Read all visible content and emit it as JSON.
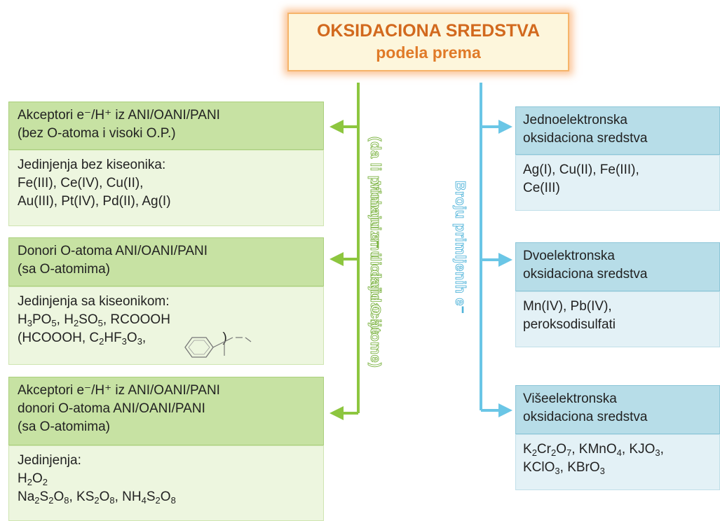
{
  "title": {
    "line1": "OKSIDACIONA SREDSTVA",
    "line2": "podela prema"
  },
  "left_branch": {
    "label_line1": "Mehanizmu oksidacije",
    "label_line2": "(da li primaju e⁻ ili daju O atome)",
    "boxes": [
      {
        "header": [
          "Akceptori e⁻/H⁺ iz ANI/OANI/PANI",
          "(bez O-atoma i visoki O.P.)"
        ],
        "body": [
          "Jedinjenja bez kiseonika:",
          "Fe(III), Ce(IV), Cu(II),",
          "Au(III), Pt(IV), Pd(II), Ag(I)"
        ]
      },
      {
        "header": [
          "Donori O-atoma ANI/OANI/PANI",
          "(sa O-atomima)"
        ],
        "body": [
          "Jedinjenja sa kiseonikom:",
          "H3PO5, H2SO5, RCOOOH",
          "(HCOOOH, C2HF3O3, mCPBA)"
        ]
      },
      {
        "header": [
          "Akceptori e⁻/H⁺ iz ANI/OANI/PANI",
          "donori O-atoma ANI/OANI/PANI",
          "(sa O-atomima)"
        ],
        "body": [
          "Jedinjenja:",
          "H2O2",
          "Na2S2O8, KS2O8, NH4S2O8"
        ]
      }
    ]
  },
  "right_branch": {
    "label": "Broju primljenih e⁻",
    "boxes": [
      {
        "header": [
          "Jednoelektronska",
          "oksidaciona sredstva"
        ],
        "body": [
          "Ag(I), Cu(II), Fe(III),",
          "Ce(III)"
        ]
      },
      {
        "header": [
          "Dvoelektronska",
          "oksidaciona sredstva"
        ],
        "body": [
          "Mn(IV), Pb(IV),",
          "peroksodisulfati"
        ]
      },
      {
        "header": [
          "Višeelektronska",
          "oksidaciona sredstva"
        ],
        "body": [
          "K2Cr2O7, KMnO4, KJO3,",
          "KClO3, KBrO3"
        ]
      }
    ]
  },
  "colors": {
    "green_line": "#8dc63f",
    "blue_line": "#6ac6e6",
    "title_text": "#d2691e",
    "title_glow": "#f79646"
  }
}
